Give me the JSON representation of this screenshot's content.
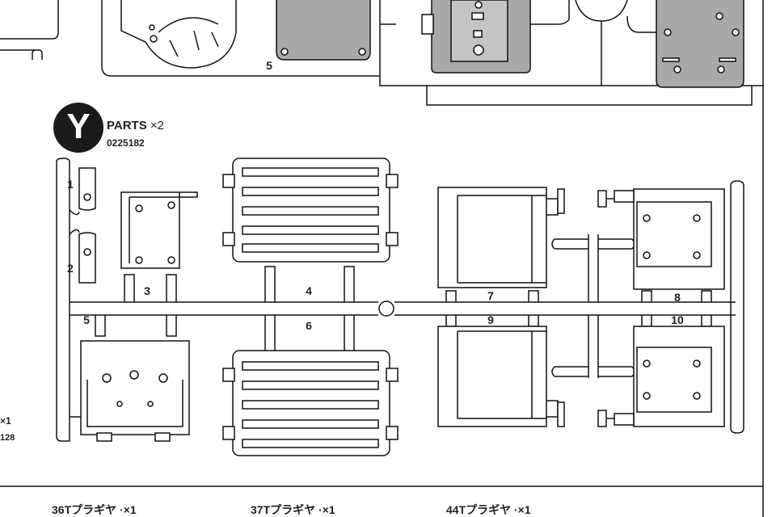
{
  "header": {
    "badge_letter": "Y",
    "title": "PARTS",
    "multiplier": "×2",
    "code": "0225182"
  },
  "part_numbers": {
    "p1": "1",
    "p2": "2",
    "p3": "3",
    "p4": "4",
    "p5": "5",
    "p6": "6",
    "p7": "7",
    "p8": "8",
    "p9": "9",
    "p10": "10",
    "upper_part_5": "5"
  },
  "edge_text": {
    "left_count": "×1",
    "left_code": "128"
  },
  "footer": {
    "gear_36": "36Tプラギヤ ·×1",
    "gear_37": "37Tプラギヤ ·×1",
    "gear_44": "44Tプラギヤ ·×1"
  },
  "colors": {
    "outline": "#111111",
    "gray_fill": "#a9a9a9",
    "light_gray_fill": "#c4c4c4",
    "badge": "#1a1a1a"
  }
}
